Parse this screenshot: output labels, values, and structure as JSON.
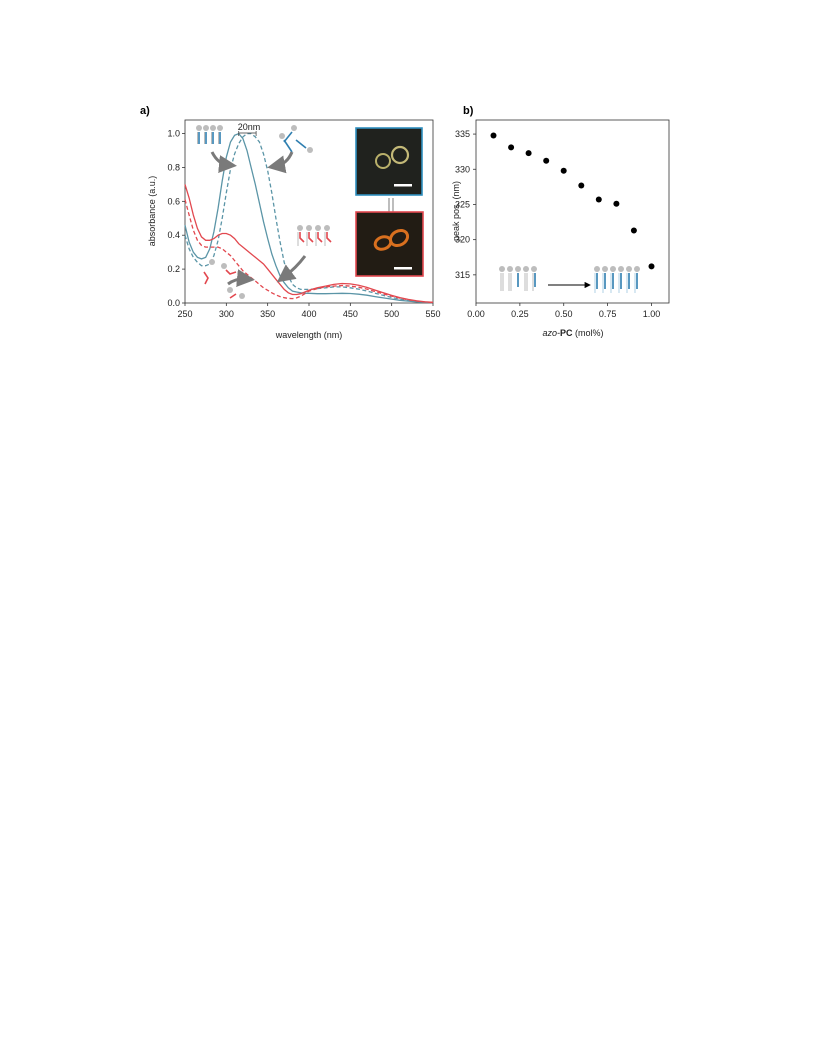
{
  "panels": {
    "a": {
      "label": "a)"
    },
    "b": {
      "label": "b)"
    }
  },
  "colors": {
    "trans": "#5b95a7",
    "cis": "#e2484f",
    "lipid_head": "#bdbdbd",
    "lipid_tail": "#2f7fb0",
    "arrow": "#7a7a7a",
    "dot": "#000000"
  },
  "chart_data": [
    {
      "type": "line",
      "panel": "a",
      "xlabel": "wavelength (nm)",
      "ylabel": "absorbance (a.u.)",
      "xlim": [
        250,
        550
      ],
      "ylim": [
        0,
        1.08
      ],
      "xticks": [
        250,
        300,
        350,
        400,
        450,
        500,
        550
      ],
      "yticks": [
        0.0,
        0.2,
        0.4,
        0.6,
        0.8,
        1.0
      ],
      "tick_labels_y": [
        "0.0",
        "0.2",
        "0.4",
        "0.6",
        "0.8",
        "1.0"
      ],
      "annotation": "20nm",
      "annotation_span": [
        315,
        336
      ],
      "series": [
        {
          "color": "trans",
          "dash": false,
          "x": [
            250,
            255,
            260,
            265,
            270,
            275,
            280,
            285,
            290,
            295,
            300,
            305,
            310,
            315,
            320,
            325,
            330,
            335,
            340,
            345,
            350,
            355,
            360,
            365,
            370,
            375,
            380,
            385,
            390,
            395,
            400,
            410,
            420,
            430,
            440,
            450,
            460,
            470,
            480,
            490,
            500,
            510,
            520,
            530,
            540,
            550
          ],
          "y": [
            0.46,
            0.36,
            0.3,
            0.27,
            0.26,
            0.27,
            0.32,
            0.42,
            0.56,
            0.72,
            0.86,
            0.95,
            0.99,
            1.0,
            0.97,
            0.9,
            0.8,
            0.7,
            0.59,
            0.48,
            0.38,
            0.29,
            0.22,
            0.16,
            0.12,
            0.09,
            0.07,
            0.065,
            0.06,
            0.058,
            0.057,
            0.055,
            0.055,
            0.056,
            0.057,
            0.056,
            0.052,
            0.046,
            0.038,
            0.03,
            0.023,
            0.016,
            0.011,
            0.007,
            0.004,
            0.003
          ]
        },
        {
          "color": "trans",
          "dash": true,
          "x": [
            250,
            255,
            260,
            265,
            270,
            275,
            280,
            285,
            290,
            295,
            300,
            305,
            310,
            315,
            320,
            325,
            330,
            335,
            340,
            345,
            350,
            355,
            360,
            365,
            370,
            375,
            380,
            385,
            390,
            395,
            400,
            410,
            420,
            430,
            440,
            450,
            460,
            470,
            480,
            490,
            500,
            510,
            520,
            530,
            540,
            550
          ],
          "y": [
            0.4,
            0.32,
            0.27,
            0.24,
            0.22,
            0.22,
            0.23,
            0.28,
            0.37,
            0.5,
            0.65,
            0.79,
            0.88,
            0.94,
            0.98,
            1.0,
            1.0,
            0.98,
            0.95,
            0.88,
            0.78,
            0.65,
            0.5,
            0.36,
            0.24,
            0.16,
            0.11,
            0.09,
            0.08,
            0.08,
            0.08,
            0.085,
            0.09,
            0.095,
            0.095,
            0.09,
            0.082,
            0.071,
            0.058,
            0.045,
            0.033,
            0.023,
            0.015,
            0.009,
            0.005,
            0.003
          ]
        },
        {
          "color": "cis",
          "dash": false,
          "x": [
            250,
            255,
            260,
            265,
            270,
            275,
            280,
            285,
            290,
            295,
            300,
            305,
            310,
            315,
            320,
            325,
            330,
            335,
            340,
            345,
            350,
            355,
            360,
            365,
            370,
            375,
            380,
            385,
            390,
            395,
            400,
            410,
            420,
            430,
            440,
            450,
            460,
            470,
            480,
            490,
            500,
            510,
            520,
            530,
            540,
            550
          ],
          "y": [
            0.7,
            0.62,
            0.52,
            0.44,
            0.39,
            0.37,
            0.37,
            0.38,
            0.4,
            0.41,
            0.41,
            0.4,
            0.38,
            0.35,
            0.33,
            0.31,
            0.29,
            0.27,
            0.25,
            0.23,
            0.2,
            0.17,
            0.14,
            0.11,
            0.08,
            0.06,
            0.05,
            0.05,
            0.055,
            0.065,
            0.075,
            0.09,
            0.1,
            0.11,
            0.115,
            0.113,
            0.105,
            0.092,
            0.076,
            0.06,
            0.045,
            0.032,
            0.021,
            0.013,
            0.007,
            0.004
          ]
        },
        {
          "color": "cis",
          "dash": true,
          "x": [
            250,
            255,
            260,
            265,
            270,
            275,
            280,
            285,
            290,
            295,
            300,
            305,
            310,
            315,
            320,
            325,
            330,
            335,
            340,
            345,
            350,
            355,
            360,
            365,
            370,
            375,
            380,
            385,
            390,
            395,
            400,
            410,
            420,
            430,
            440,
            450,
            460,
            470,
            480,
            490,
            500,
            510,
            520,
            530,
            540,
            550
          ],
          "y": [
            0.61,
            0.52,
            0.43,
            0.37,
            0.34,
            0.33,
            0.33,
            0.33,
            0.33,
            0.32,
            0.3,
            0.28,
            0.25,
            0.22,
            0.19,
            0.17,
            0.15,
            0.13,
            0.11,
            0.09,
            0.075,
            0.06,
            0.048,
            0.038,
            0.031,
            0.027,
            0.026,
            0.03,
            0.04,
            0.055,
            0.07,
            0.085,
            0.095,
            0.1,
            0.103,
            0.1,
            0.093,
            0.082,
            0.068,
            0.054,
            0.041,
            0.029,
            0.019,
            0.012,
            0.006,
            0.003
          ]
        }
      ]
    },
    {
      "type": "scatter",
      "panel": "b",
      "xlabel_italic": "azo-",
      "xlabel_bold": "PC",
      "xlabel_rest": " (mol%)",
      "ylabel": "peak pos. (nm)",
      "xlim": [
        0,
        1.1
      ],
      "ylim": [
        311,
        337
      ],
      "xticks": [
        0.0,
        0.25,
        0.5,
        0.75,
        1.0
      ],
      "tick_labels_x": [
        "0.00",
        "0.25",
        "0.50",
        "0.75",
        "1.00"
      ],
      "yticks": [
        315,
        320,
        325,
        330,
        335
      ],
      "x": [
        0.1,
        0.2,
        0.3,
        0.4,
        0.5,
        0.6,
        0.7,
        0.8,
        0.9,
        1.0
      ],
      "y": [
        334.8,
        333.1,
        332.3,
        331.2,
        329.8,
        327.7,
        325.7,
        325.1,
        321.3,
        316.2
      ]
    }
  ]
}
